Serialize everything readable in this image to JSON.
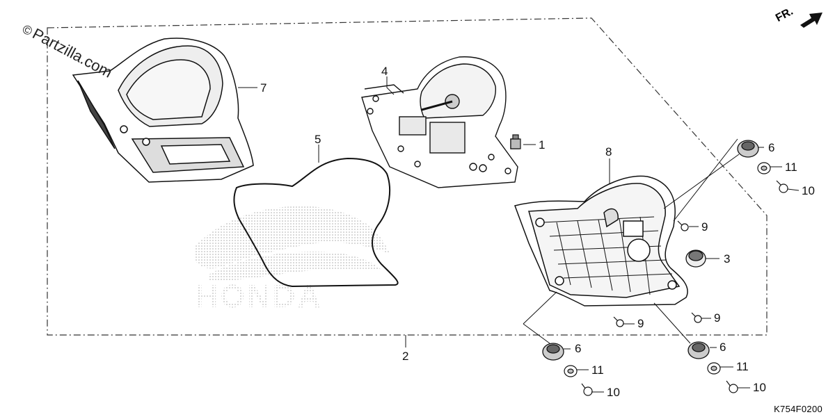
{
  "watermark": {
    "copyright": "©",
    "site": "Partzilla.com"
  },
  "front_indicator": "FR.",
  "diagram_code": "K754F0200",
  "brand_mark": "HONDA",
  "callouts": {
    "c1": "1",
    "c2": "2",
    "c3": "3",
    "c4": "4",
    "c5": "5",
    "c6a": "6",
    "c6b": "6",
    "c6c": "6",
    "c7": "7",
    "c8": "8",
    "c9a": "9",
    "c9b": "9",
    "c9c": "9",
    "c10a": "10",
    "c10b": "10",
    "c10c": "10",
    "c11a": "11",
    "c11b": "11",
    "c11c": "11"
  }
}
